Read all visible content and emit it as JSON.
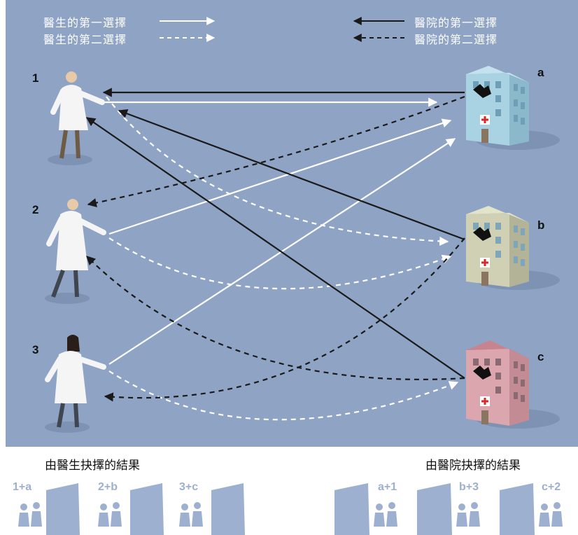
{
  "legend": {
    "doctor_first": "醫生的第一選擇",
    "doctor_second": "醫生的第二選擇",
    "hospital_first": "醫院的第一選擇",
    "hospital_second": "醫院的第二選擇"
  },
  "doctors": [
    "1",
    "2",
    "3"
  ],
  "hospitals": [
    "a",
    "b",
    "c"
  ],
  "results": {
    "doctor_title": "由醫生抉擇的結果",
    "hospital_title": "由醫院抉擇的結果",
    "doctor_pairs": [
      "1+a",
      "2+b",
      "3+c"
    ],
    "hospital_pairs": [
      "a+1",
      "b+3",
      "c+2"
    ]
  },
  "colors": {
    "background": "#8fa3c4",
    "doctor_arrow": "#ffffff",
    "hospital_arrow": "#1a1a1a",
    "hospital_a": "#a9d3e3",
    "hospital_b": "#cfd0b4",
    "hospital_c": "#dba6ae",
    "result_icon": "#9db0cf"
  }
}
